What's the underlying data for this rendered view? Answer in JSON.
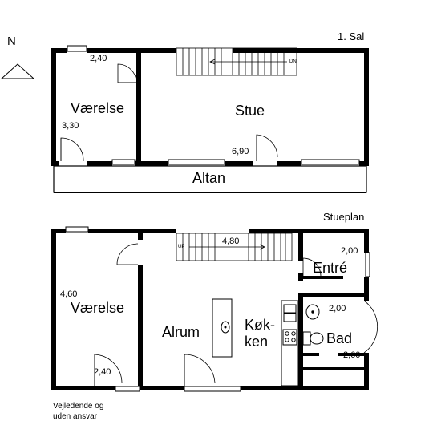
{
  "compass": {
    "label": "N"
  },
  "upper_floor": {
    "label": "1. Sal",
    "rooms": {
      "bedroom": "Værelse",
      "living": "Stue",
      "balcony": "Altan"
    },
    "dimensions": {
      "bedroom_width": "2,40",
      "bedroom_depth": "3,30",
      "living_width": "6,90"
    },
    "stair_label": "DN"
  },
  "ground_floor": {
    "label": "Stueplan",
    "rooms": {
      "bedroom": "Værelse",
      "family_room": "Alrum",
      "kitchen_line1": "Køk-",
      "kitchen_line2": "ken",
      "entry": "Entré",
      "bath": "Bad"
    },
    "dimensions": {
      "bedroom_depth": "4,60",
      "bedroom_width": "2,40",
      "stair_width": "4,80",
      "entry_width": "2,00",
      "bath_width": "2,00",
      "bath_depth": "2,60"
    },
    "stair_label": "UP"
  },
  "disclaimer": {
    "line1": "Vejledende og",
    "line2": "uden ansvar"
  }
}
